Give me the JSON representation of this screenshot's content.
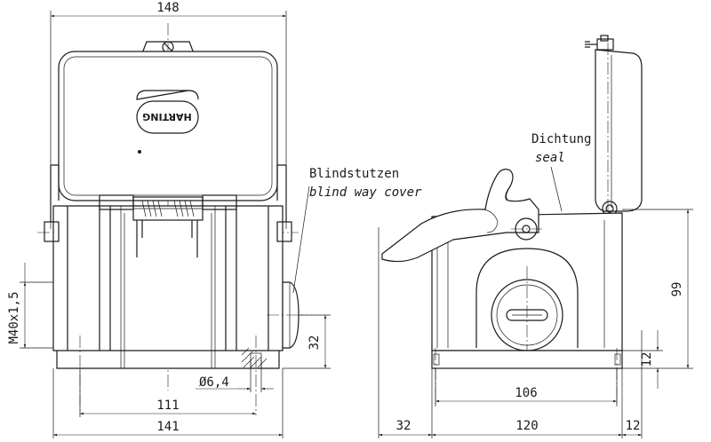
{
  "dimensions": {
    "top_width": "148",
    "m40": "M40x1,5",
    "h32_left": "32",
    "hole": "Ø6,4",
    "w111": "111",
    "w141": "141",
    "w106": "106",
    "off32": "32",
    "w120": "120",
    "w12_bottom": "12",
    "h99": "99",
    "h12_right": "12"
  },
  "labels": {
    "blind_de": "Blindstutzen",
    "blind_en": "blind way cover",
    "seal_de": "Dichtung",
    "seal_en": "seal",
    "logo": "HARTING"
  },
  "colors": {
    "line": "#1a1a1a",
    "background": "#ffffff"
  }
}
